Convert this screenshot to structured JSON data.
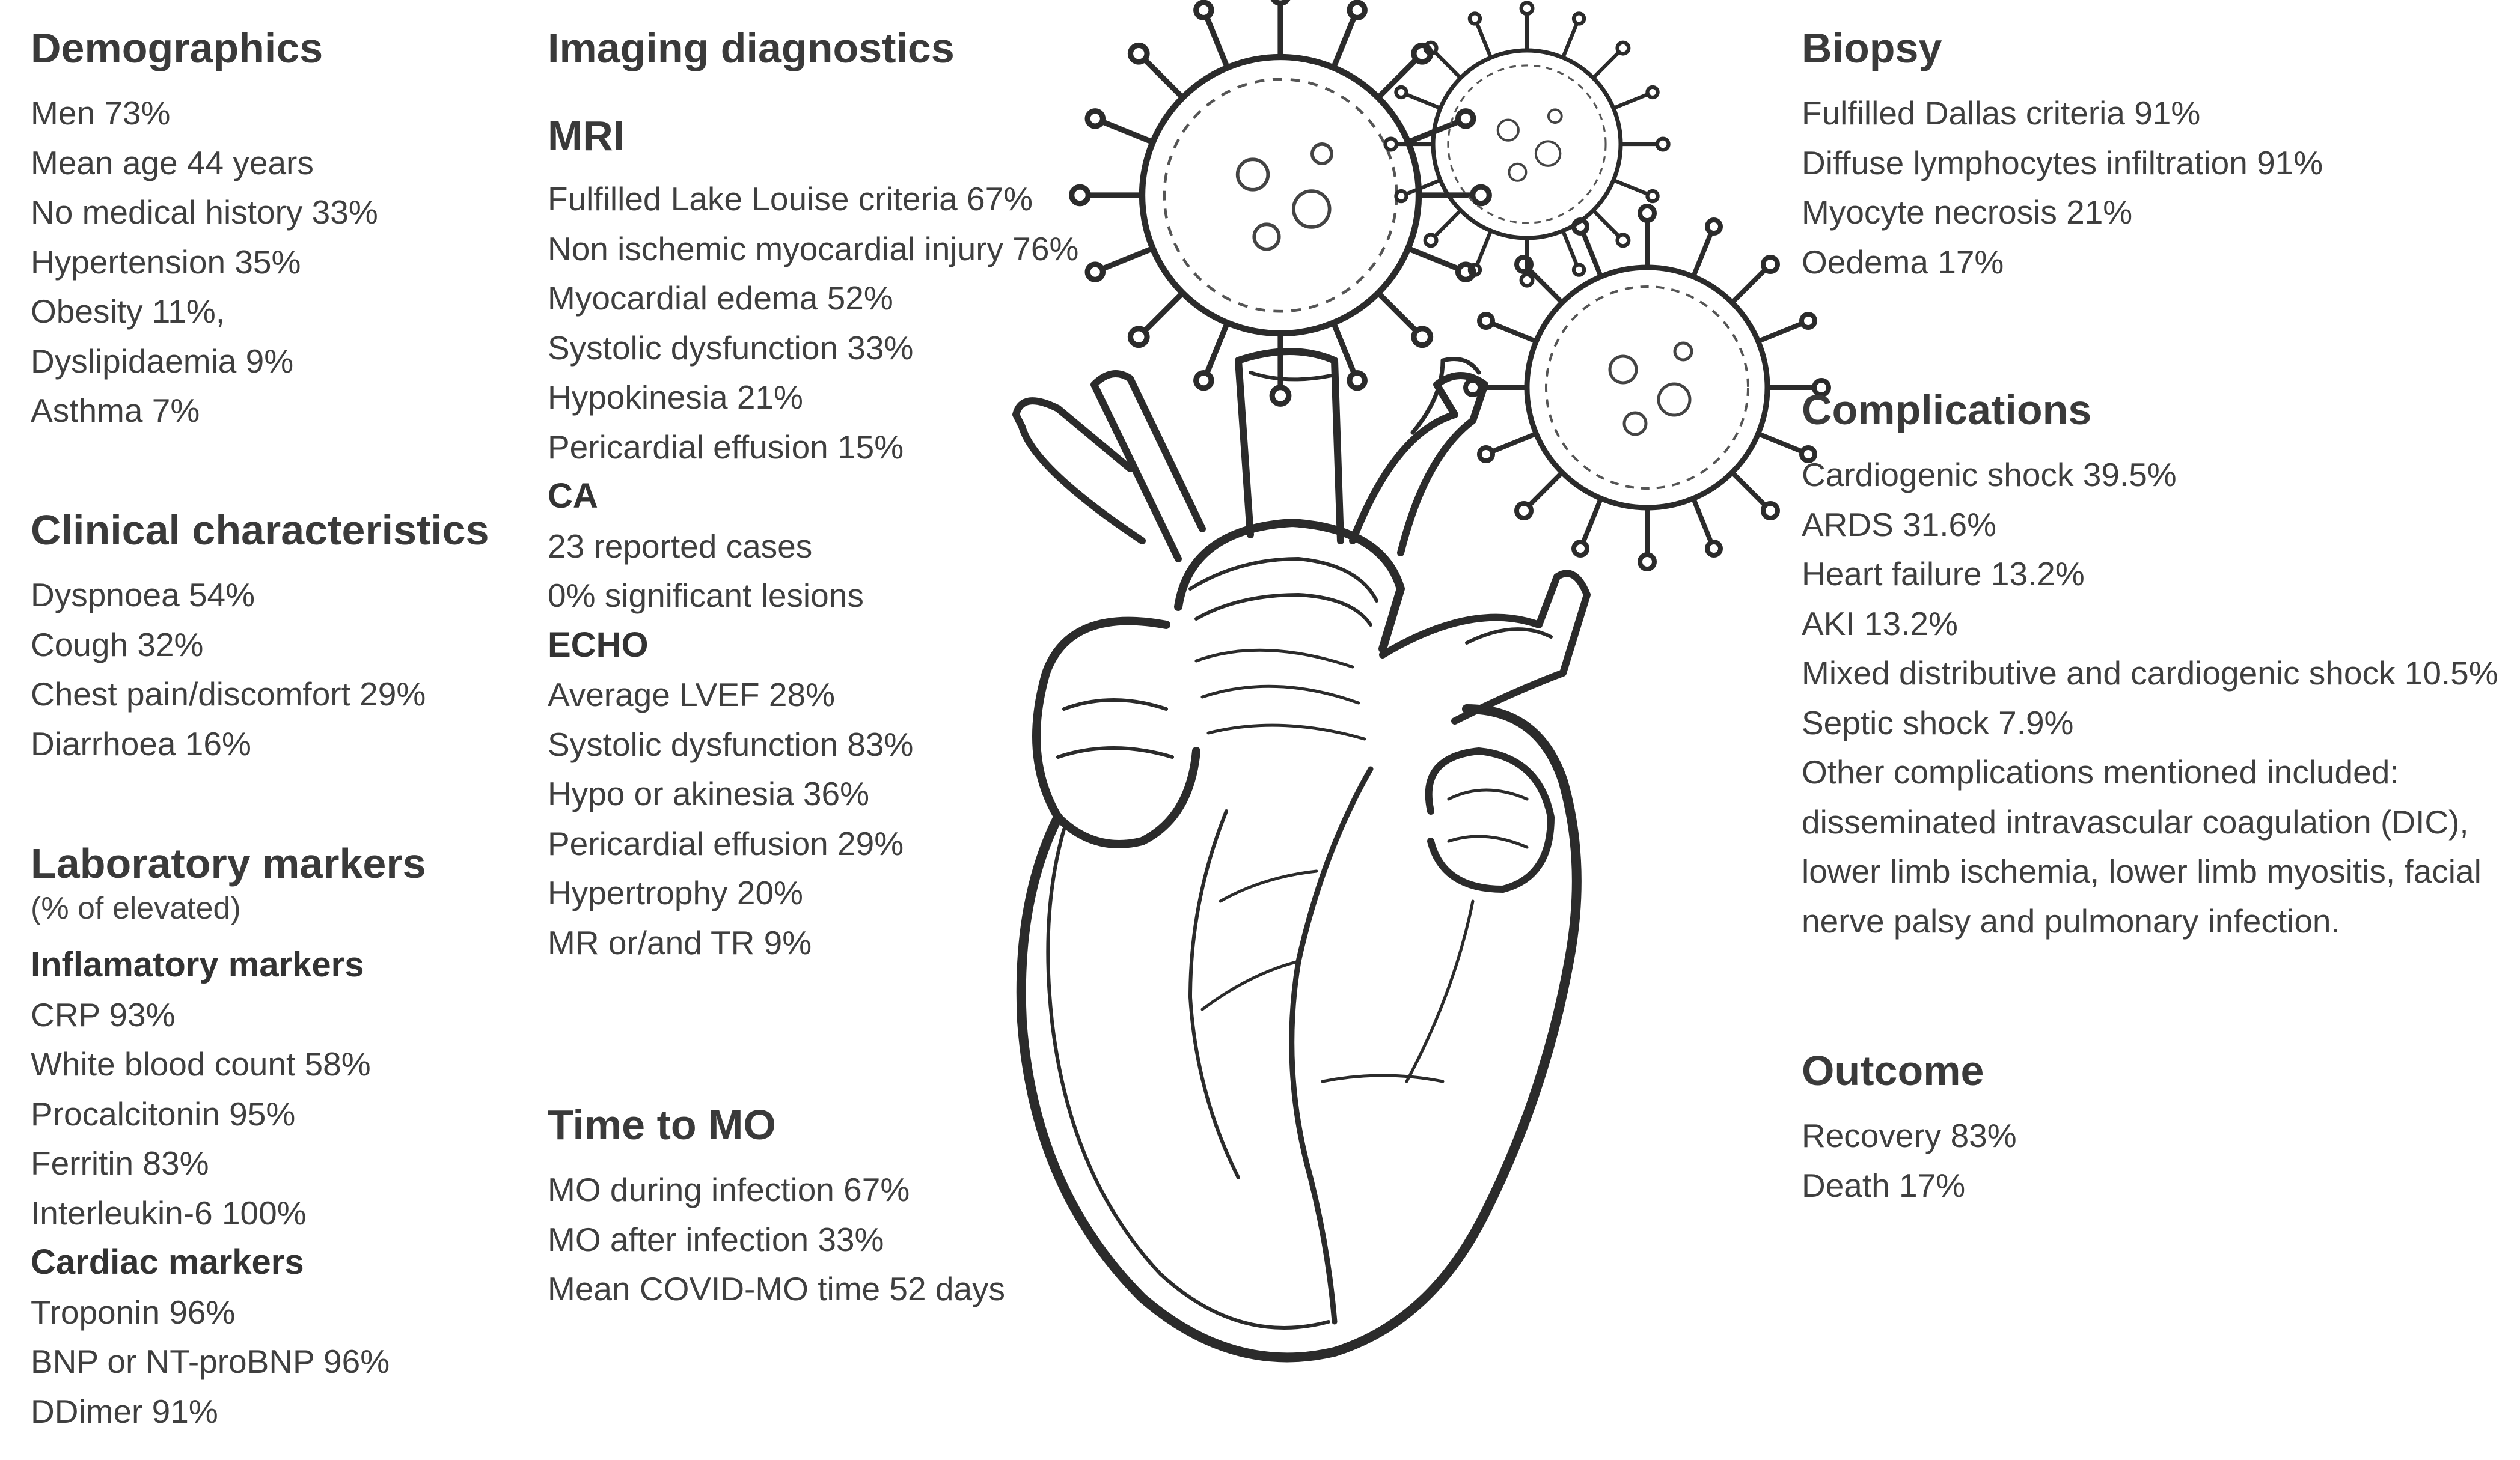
{
  "demographics": {
    "title": "Demographics",
    "items": [
      "Men 73%",
      "Mean age 44 years",
      "No medical history 33%",
      "Hypertension 35%",
      "Obesity 11%,",
      "Dyslipidaemia 9%",
      "Asthma 7%"
    ]
  },
  "clinical": {
    "title": "Clinical characteristics",
    "items": [
      "Dyspnoea 54%",
      "Cough 32%",
      "Chest pain/discomfort 29%",
      "Diarrhoea 16%"
    ]
  },
  "laboratory": {
    "title": "Laboratory markers",
    "note": "(% of elevated)",
    "inflammatory": {
      "title": "Inflamatory markers",
      "items": [
        "CRP 93%",
        "White blood count 58%",
        "Procalcitonin 95%",
        "Ferritin 83%",
        "Interleukin-6 100%"
      ]
    },
    "cardiac": {
      "title": "Cardiac markers",
      "items": [
        "Troponin 96%",
        "BNP or NT-proBNP 96%",
        "DDimer 91%"
      ]
    }
  },
  "imaging": {
    "title": "Imaging diagnostics",
    "mri": {
      "title": "MRI",
      "items": [
        "Fulfilled  Lake Louise criteria 67%",
        "Non ischemic myocardial injury 76%",
        "Myocardial edema 52%",
        "Systolic dysfunction 33%",
        "Hypokinesia 21%",
        "Pericardial effusion 15%"
      ]
    },
    "ca": {
      "title": "CA",
      "items": [
        "23 reported cases",
        "0% significant lesions"
      ]
    },
    "echo": {
      "title": "ECHO",
      "items": [
        "Average LVEF 28%",
        "Systolic dysfunction 83%",
        "Hypo or akinesia 36%",
        "Pericardial effusion 29%",
        "Hypertrophy 20%",
        "MR or/and TR 9%"
      ]
    }
  },
  "time_to_mo": {
    "title": "Time to MO",
    "items": [
      "MO during infection 67%",
      "MO after infection 33%",
      "Mean  COVID-MO time 52 days"
    ]
  },
  "biopsy": {
    "title": "Biopsy",
    "items": [
      "Fulfilled Dallas criteria 91%",
      "Diffuse lymphocytes infiltration 91%",
      "Myocyte necrosis 21%",
      "Oedema 17%"
    ]
  },
  "complications": {
    "title": "Complications",
    "items": [
      "Cardiogenic shock 39.5%",
      "ARDS 31.6%",
      "Heart failure 13.2%",
      "AKI 13.2%",
      "Mixed distributive and cardiogenic shock 10.5%",
      "Septic shock 7.9%"
    ],
    "other": "Other complications mentioned included: disseminated intravascular coagulation (DIC), lower limb ischemia, lower limb myositis, facial nerve palsy and pulmonary infection."
  },
  "outcome": {
    "title": "Outcome",
    "items": [
      "Recovery 83%",
      "Death 17%"
    ]
  },
  "colors": {
    "text": "#3a3a3a",
    "illustration": "#2b2b2b",
    "background": "#ffffff"
  },
  "icons": [
    "heart-illustration-icon",
    "virus-icon"
  ]
}
